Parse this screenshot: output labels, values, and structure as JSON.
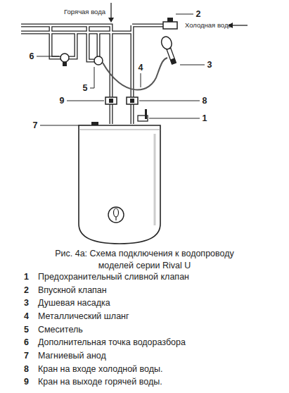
{
  "diagram": {
    "caption": "Рис. 4а: Схема подключения к водопроводу моделей серии Rival U",
    "labels": [
      "Горячая вода",
      "2",
      "Холодная вода",
      "6",
      "3",
      "5",
      "4",
      "9",
      "8",
      "1",
      "7",
      "1",
      "Предохранительный сливной клапан",
      "2",
      "Впускной клапан",
      "3",
      "Душевая насадка",
      "4",
      "Металлический шланг",
      "5",
      "Смеситель",
      "6",
      "Дополнительная точка водоразбора",
      "7",
      "Магниевый анод",
      "8",
      "Кран на входе холодной воды.",
      "9",
      "Кран на выходе горячей воды."
    ]
  }
}
